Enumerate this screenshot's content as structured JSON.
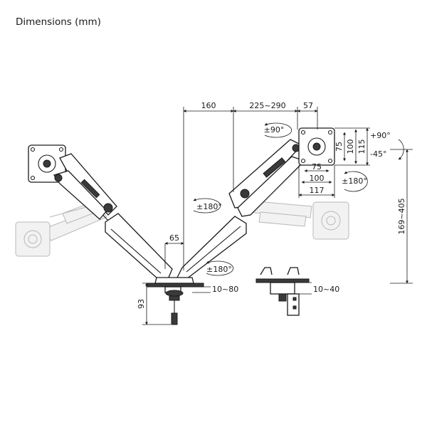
{
  "title": "Dimensions (mm)",
  "dimensions": {
    "horizontal_top_left": "160",
    "horizontal_top_mid": "225~290",
    "horizontal_top_right": "57",
    "pole_offset": "65",
    "height_range": "169~405",
    "base_height": "93",
    "clamp_range": "10~80",
    "grommet_range": "10~40",
    "vesa_75_vertical": "75",
    "vesa_100_vertical": "100",
    "vesa_115_vertical": "115",
    "vesa_75_horizontal": "75",
    "vesa_100_horizontal": "100",
    "vesa_117_horizontal": "117"
  },
  "rotations": {
    "screen_rotation": "±90°",
    "arm_swivel_upper": "±180°",
    "arm_swivel_lower": "±180°",
    "panel_swivel": "±180°",
    "tilt_up": "+90°",
    "tilt_down": "-45°"
  },
  "colors": {
    "line": "#1a1a1a",
    "ghost": "#b8b8b8",
    "dark_part": "#3a3a3a"
  }
}
